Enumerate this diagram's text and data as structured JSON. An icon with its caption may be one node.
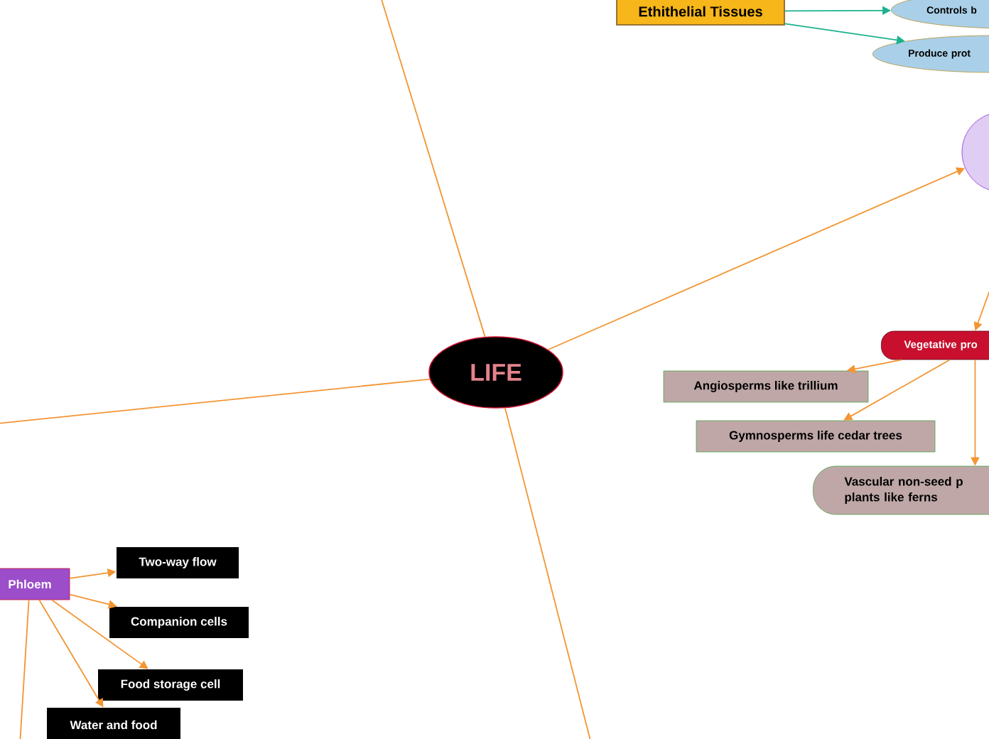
{
  "diagram": {
    "nodes": [
      {
        "text": [
          "LIFE"
        ]
      },
      {
        "text": [
          "Ethithelial Tissues"
        ]
      },
      {
        "text": [
          "Controls b"
        ]
      },
      {
        "text": [
          "Produce prot"
        ]
      },
      {
        "text": [],
        "shape": "circle"
      },
      {
        "text": [
          "Vegetative pro"
        ]
      },
      {
        "text": [
          "Angiosperms like trillium"
        ]
      },
      {
        "text": [
          "Gymnosperms life cedar trees"
        ]
      },
      {
        "text": [
          "Vascular non-seed p plants like ferns"
        ]
      },
      {
        "text": [
          "Phloem"
        ]
      },
      {
        "text": [
          "Two-way flow"
        ]
      },
      {
        "text": [
          "Companion cells"
        ]
      },
      {
        "text": [
          "Food storage cell"
        ]
      },
      {
        "text": [
          "Water and food"
        ]
      }
    ],
    "edges": [
      {
        "from": 0,
        "to": null,
        "arrow": "none"
      },
      {
        "from": 0,
        "to": null,
        "arrow": "none"
      },
      {
        "from": 0,
        "to": null,
        "arrow": "none"
      },
      {
        "from": 0,
        "to": 4,
        "arrow": "to"
      },
      {
        "from": 1,
        "to": 2,
        "arrow": "to",
        "color": "#1db28e"
      },
      {
        "from": 1,
        "to": 3,
        "arrow": "to",
        "color": "#1db28e"
      },
      {
        "from": null,
        "to": 5,
        "arrow": "to"
      },
      {
        "from": 5,
        "to": 6,
        "arrow": "to"
      },
      {
        "from": 5,
        "to": 7,
        "arrow": "to"
      },
      {
        "from": 5,
        "to": 8,
        "arrow": "to"
      },
      {
        "from": 9,
        "to": 10,
        "arrow": "to"
      },
      {
        "from": 9,
        "to": 11,
        "arrow": "to"
      },
      {
        "from": 9,
        "to": 12,
        "arrow": "to"
      },
      {
        "from": 9,
        "to": 13,
        "arrow": "to"
      },
      {
        "from": 9,
        "to": null,
        "arrow": "none"
      }
    ]
  }
}
